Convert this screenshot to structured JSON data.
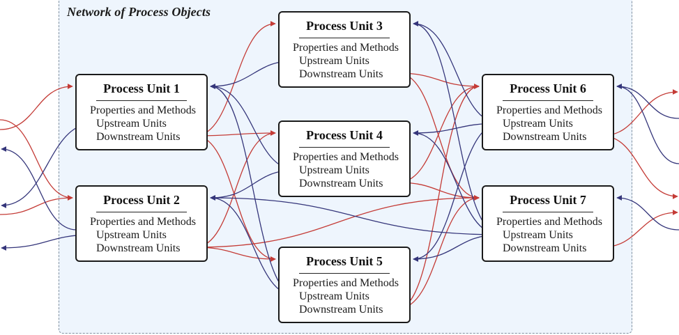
{
  "diagram": {
    "title": "Network of Process Objects",
    "colors": {
      "upstream_link": "#34357a",
      "downstream_link": "#c43b36",
      "region_fill": "#eef5fd",
      "region_border": "#7e8fa0",
      "box_border": "#1a1a1a"
    },
    "units": [
      {
        "id": "pu1",
        "title": "Process Unit 1",
        "lines": [
          "Properties and Methods",
          "Upstream Units",
          "Downstream Units"
        ]
      },
      {
        "id": "pu2",
        "title": "Process Unit 2",
        "lines": [
          "Properties and Methods",
          "Upstream Units",
          "Downstream Units"
        ]
      },
      {
        "id": "pu3",
        "title": "Process Unit 3",
        "lines": [
          "Properties and Methods",
          "Upstream Units",
          "Downstream Units"
        ]
      },
      {
        "id": "pu4",
        "title": "Process Unit 4",
        "lines": [
          "Properties and Methods",
          "Upstream Units",
          "Downstream Units"
        ]
      },
      {
        "id": "pu5",
        "title": "Process Unit 5",
        "lines": [
          "Properties and Methods",
          "Upstream Units",
          "Downstream Units"
        ]
      },
      {
        "id": "pu6",
        "title": "Process Unit 6",
        "lines": [
          "Properties and Methods",
          "Upstream Units",
          "Downstream Units"
        ]
      },
      {
        "id": "pu7",
        "title": "Process Unit 7",
        "lines": [
          "Properties and Methods",
          "Upstream Units",
          "Downstream Units"
        ]
      }
    ],
    "downstream_links": [
      {
        "from": "pu1",
        "to": "pu3"
      },
      {
        "from": "pu1",
        "to": "pu4"
      },
      {
        "from": "pu1",
        "to": "pu5"
      },
      {
        "from": "pu2",
        "to": "pu4"
      },
      {
        "from": "pu2",
        "to": "pu5"
      },
      {
        "from": "pu2",
        "to": "pu7"
      },
      {
        "from": "pu3",
        "to": "pu6"
      },
      {
        "from": "pu3",
        "to": "pu7"
      },
      {
        "from": "pu4",
        "to": "pu6"
      },
      {
        "from": "pu4",
        "to": "pu7"
      },
      {
        "from": "pu5",
        "to": "pu6"
      },
      {
        "from": "pu5",
        "to": "pu7"
      }
    ],
    "upstream_links": [
      {
        "from": "pu3",
        "to": "pu1"
      },
      {
        "from": "pu4",
        "to": "pu1"
      },
      {
        "from": "pu5",
        "to": "pu1"
      },
      {
        "from": "pu4",
        "to": "pu2"
      },
      {
        "from": "pu5",
        "to": "pu2"
      },
      {
        "from": "pu7",
        "to": "pu2"
      },
      {
        "from": "pu6",
        "to": "pu3"
      },
      {
        "from": "pu7",
        "to": "pu3"
      },
      {
        "from": "pu6",
        "to": "pu4"
      },
      {
        "from": "pu7",
        "to": "pu4"
      },
      {
        "from": "pu6",
        "to": "pu5"
      },
      {
        "from": "pu7",
        "to": "pu5"
      }
    ],
    "external_inputs": [
      "pu1",
      "pu2"
    ],
    "external_outputs": [
      "pu6",
      "pu7"
    ]
  }
}
